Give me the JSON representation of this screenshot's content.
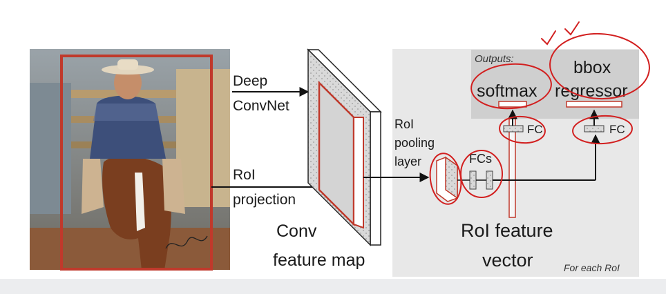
{
  "labels": {
    "deep_convnet": [
      "Deep",
      "ConvNet"
    ],
    "roi_projection": [
      "RoI",
      "projection"
    ],
    "conv_feature_map": [
      "Conv",
      "feature map"
    ],
    "roi_pooling_layer": [
      "RoI",
      "pooling",
      "layer"
    ],
    "fcs": "FCs",
    "roi_feature_vector": [
      "RoI feature",
      "vector"
    ],
    "outputs": "Outputs:",
    "softmax": "softmax",
    "bbox_regressor": [
      "bbox",
      "regressor"
    ],
    "fc_left": "FC",
    "fc_right": "FC",
    "for_each_roi": "For each RoI"
  },
  "photo": {
    "description_icon": "cowboy-on-horse-photo"
  },
  "colors": {
    "roi_box": "#c0392b",
    "annotation_ink": "#d21f1f",
    "panel_bg": "#e8e8e8",
    "outputs_bg": "#cfcfcf",
    "text": "#1a1a1a"
  }
}
